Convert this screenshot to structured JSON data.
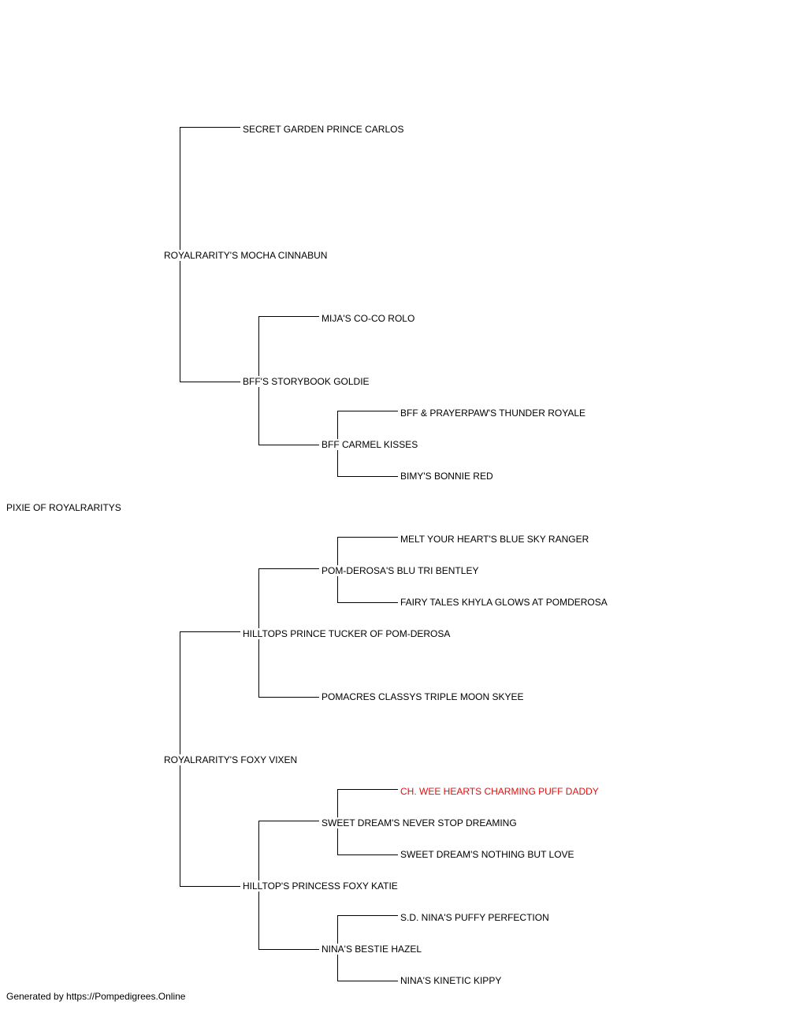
{
  "pedigree": {
    "subject": "PIXIE OF ROYALRARITYS",
    "sire": "ROYALRARITY'S MOCHA CINNABUN",
    "sire_sire": "SECRET GARDEN PRINCE CARLOS",
    "sire_dam": "BFF'S STORYBOOK GOLDIE",
    "sire_dam_sire": "MIJA'S CO-CO ROLO",
    "sire_dam_dam": "BFF CARMEL KISSES",
    "sire_dam_dam_sire": "BFF & PRAYERPAW'S THUNDER ROYALE",
    "sire_dam_dam_dam": "BIMY'S BONNIE RED",
    "dam": "ROYALRARITY'S FOXY VIXEN",
    "dam_sire": "HILLTOPS PRINCE TUCKER OF POM-DEROSA",
    "dam_sire_sire": "POM-DEROSA'S BLU TRI BENTLEY",
    "dam_sire_sire_sire": "MELT YOUR HEART'S BLUE SKY RANGER",
    "dam_sire_sire_dam": "FAIRY TALES KHYLA GLOWS AT POMDEROSA",
    "dam_sire_dam": "POMACRES CLASSYS TRIPLE MOON SKYEE",
    "dam_dam": "HILLTOP'S PRINCESS FOXY KATIE",
    "dam_dam_sire": "SWEET DREAM'S NEVER STOP DREAMING",
    "dam_dam_sire_sire": "CH. WEE HEARTS CHARMING PUFF DADDY",
    "dam_dam_sire_dam": "SWEET DREAM'S NOTHING BUT LOVE",
    "dam_dam_dam": "NINA'S BESTIE HAZEL",
    "dam_dam_dam_sire": "S.D. NINA'S PUFFY PERFECTION",
    "dam_dam_dam_dam": "NINA'S KINETIC KIPPY"
  },
  "colors": {
    "text": "#000000",
    "champion": "#e01010",
    "line": "#000000"
  },
  "footer": {
    "text": "Generated by https://Pompedigrees.Online"
  }
}
